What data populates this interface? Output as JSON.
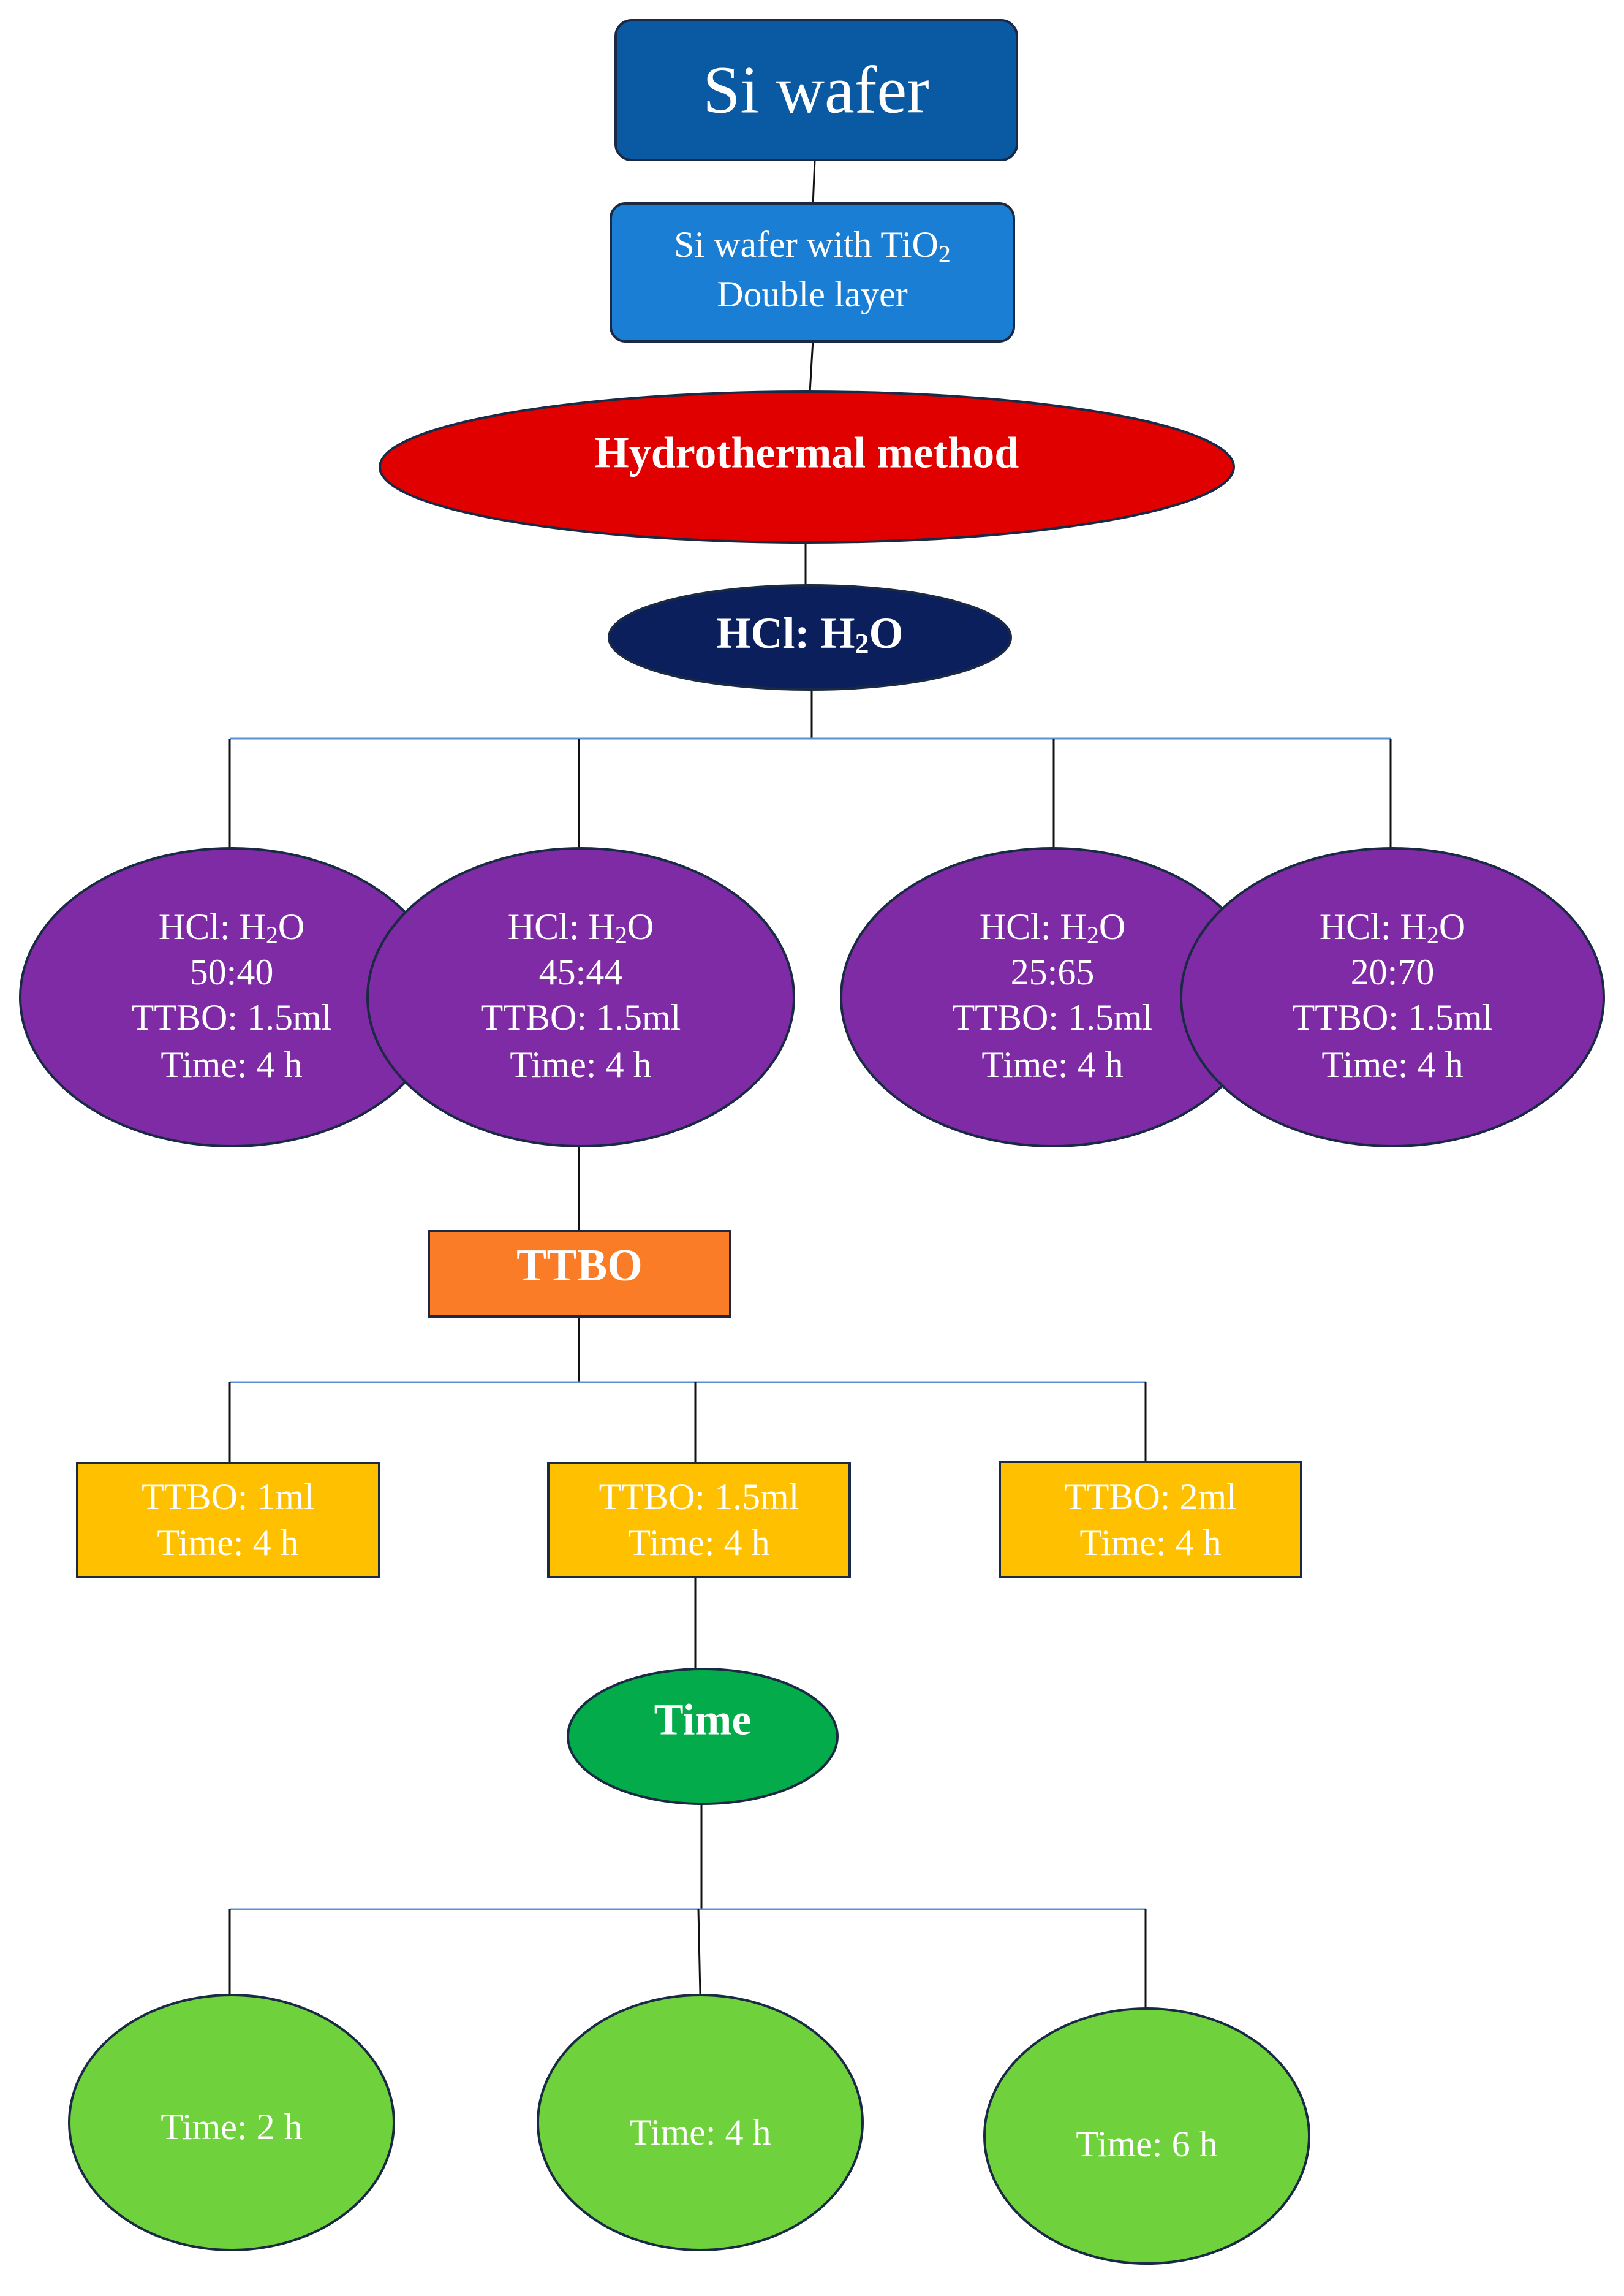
{
  "nodes": {
    "si_wafer": {
      "label": "Si wafer",
      "color": "#0a5aa3"
    },
    "tio2_layer": {
      "line1_prefix": "Si wafer with TiO",
      "line1_sub": "2",
      "line2": "Double layer",
      "color": "#1a7fd4"
    },
    "hydrothermal": {
      "label": "Hydrothermal method",
      "color": "#e00000"
    },
    "hcl_h2o": {
      "prefix": "HCl: H",
      "sub": "2",
      "suffix": "O",
      "color": "#0b1f5c"
    },
    "ratios": [
      {
        "prefix": "HCl: H",
        "sub": "2",
        "suffix": "O",
        "ratio": "50:40",
        "ttbo": "TTBO: 1.5ml",
        "time": "Time: 4 h"
      },
      {
        "prefix": "HCl: H",
        "sub": "2",
        "suffix": "O",
        "ratio": "45:44",
        "ttbo": "TTBO: 1.5ml",
        "time": "Time: 4 h"
      },
      {
        "prefix": "HCl: H",
        "sub": "2",
        "suffix": "O",
        "ratio": "25:65",
        "ttbo": "TTBO: 1.5ml",
        "time": "Time: 4 h"
      },
      {
        "prefix": "HCl: H",
        "sub": "2",
        "suffix": "O",
        "ratio": "20:70",
        "ttbo": "TTBO: 1.5ml",
        "time": "Time: 4 h"
      }
    ],
    "ratio_color": "#7f2ba6",
    "ttbo": {
      "label": "TTBO",
      "color": "#fb7c26"
    },
    "ttbo_options": [
      {
        "ttbo": "TTBO: 1ml",
        "time": "Time: 4 h"
      },
      {
        "ttbo": "TTBO: 1.5ml",
        "time": "Time: 4 h"
      },
      {
        "ttbo": "TTBO: 2ml",
        "time": "Time: 4 h"
      }
    ],
    "ttbo_option_color": "#ffc000",
    "time": {
      "label": "Time",
      "color": "#04ab4b"
    },
    "time_options": [
      {
        "label": "Time: 2 h"
      },
      {
        "label": "Time: 4 h"
      },
      {
        "label": "Time: 6 h"
      }
    ],
    "time_option_color": "#6fd13c"
  }
}
